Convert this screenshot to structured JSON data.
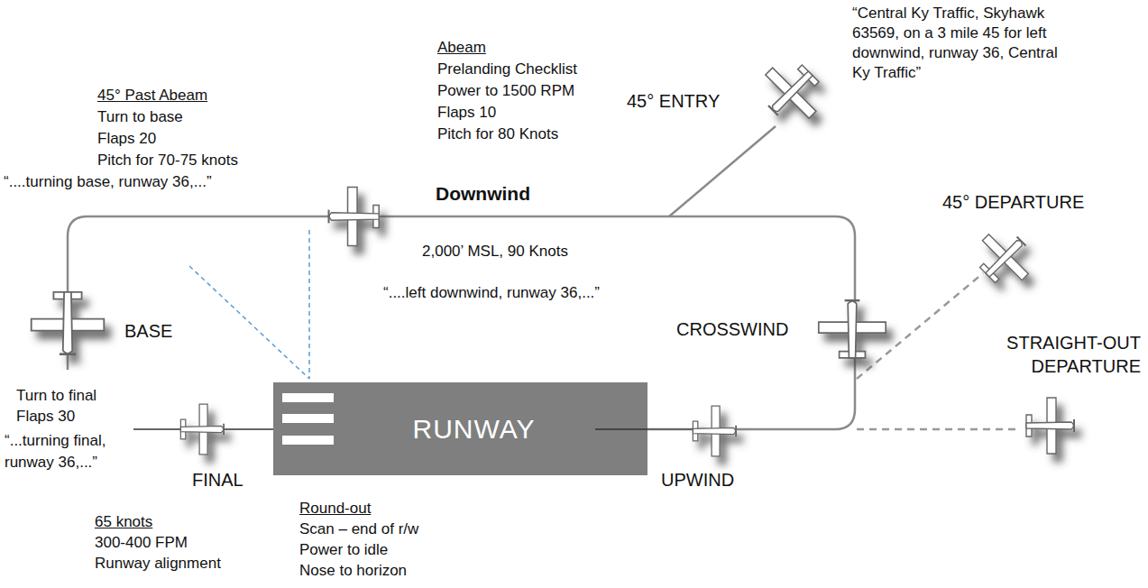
{
  "diagram": {
    "nodes": [
      {
        "text": [
          "RUNWAY"
        ]
      }
    ],
    "labels": [
      "“Central Ky Traffic, Skyhawk 63569, on a 3 mile 45 for left downwind, runway 36, Central Ky Traffic”",
      "45° Past Abeam",
      "Turn to base",
      "Flaps 20",
      "Pitch for 70-75 knots",
      "“....turning base, runway 36,...”",
      "Abeam",
      "Prelanding Checklist",
      "Power to 1500 RPM",
      "Flaps 10",
      "Pitch for 80 Knots",
      "Downwind",
      "45° ENTRY",
      "2,000’ MSL, 90 Knots",
      "“....left downwind, runway 36,...”",
      "45° DEPARTURE",
      "BASE",
      "CROSSWIND",
      "STRAIGHT-OUT DEPARTURE",
      "Turn to final",
      "Flaps 30",
      "“...turning final, runway 36,...”",
      "FINAL",
      "UPWIND",
      "65 knots",
      "300-400 FPM",
      "Runway alignment",
      "Round-out",
      "Scan – end of r/w",
      "Power to idle",
      "Nose to horizon"
    ]
  }
}
